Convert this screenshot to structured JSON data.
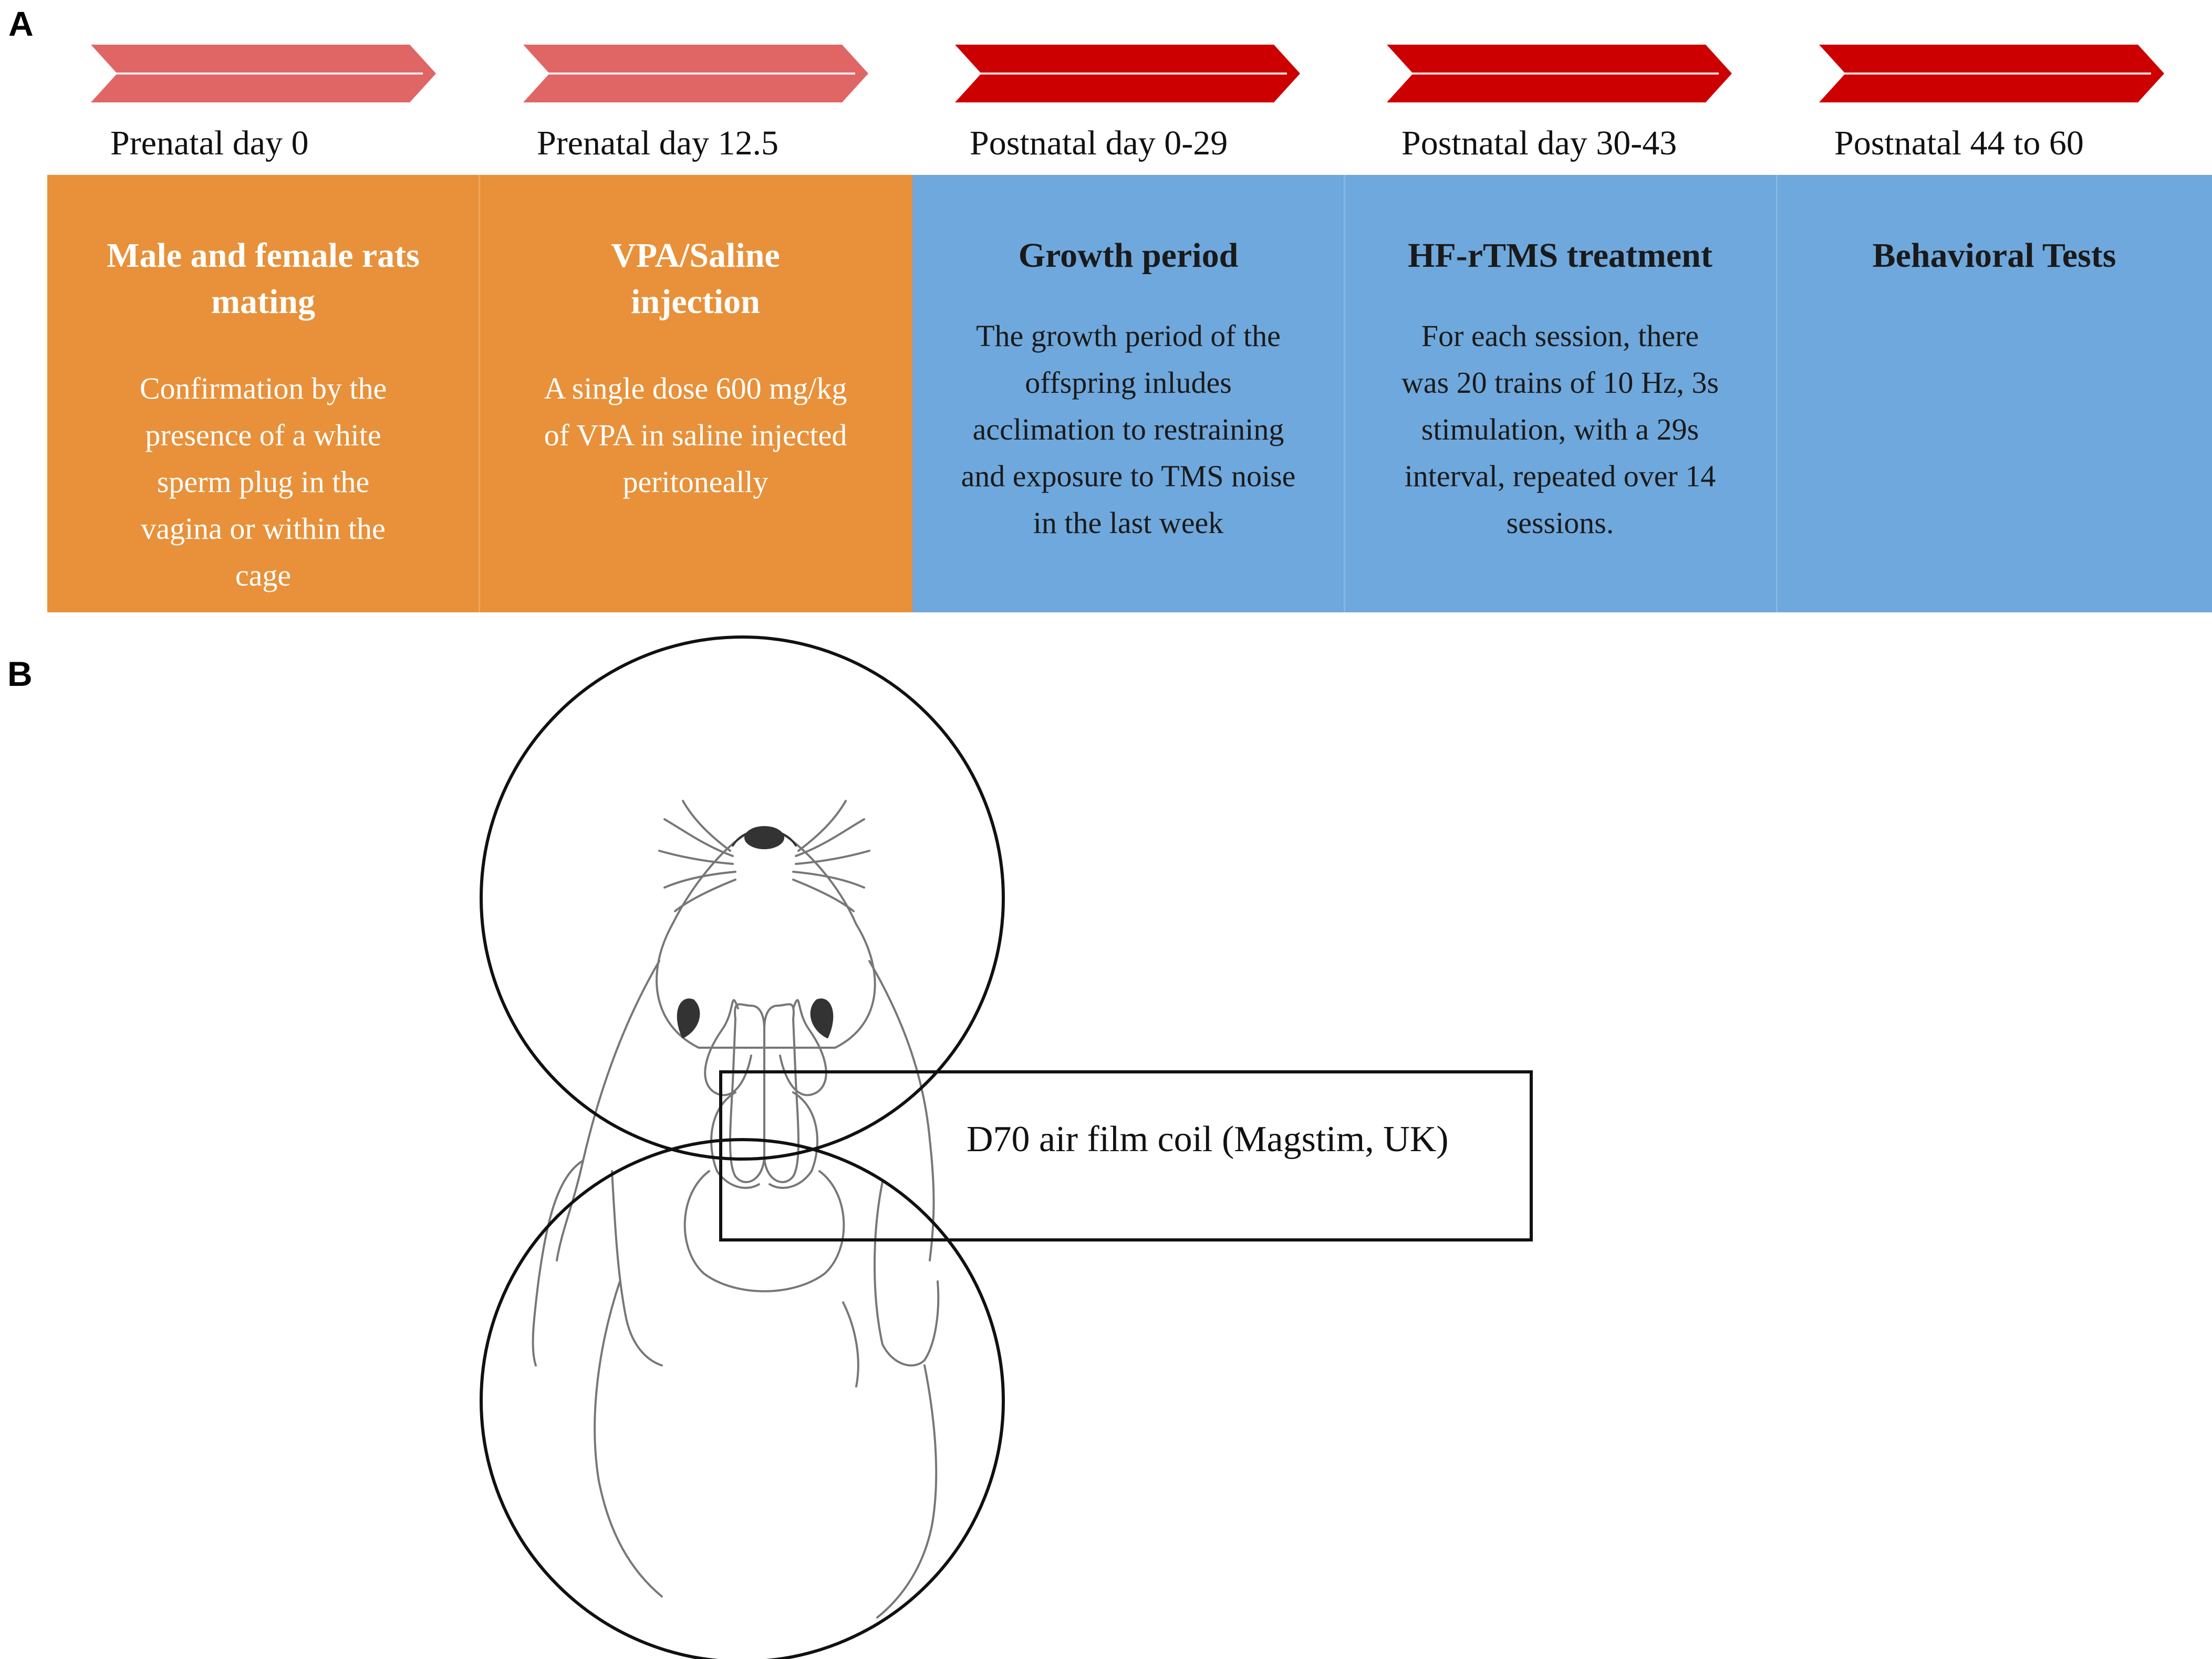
{
  "panels": {
    "a": "A",
    "b": "B"
  },
  "timeline": [
    {
      "stage": "Prenatal day 0",
      "title": "Male and female rats mating",
      "description": "Confirmation by the presence of a white sperm plug in the vagina or within the cage",
      "block_color": "#e8913a",
      "arrow_color": "#e06666"
    },
    {
      "stage": "Prenatal day 12.5",
      "title": "VPA/Saline injection",
      "description": "A single dose 600 mg/kg of VPA in saline injected peritoneally",
      "block_color": "#e8913a",
      "arrow_color": "#e06666"
    },
    {
      "stage": "Postnatal day 0-29",
      "title": "Growth period",
      "description": "The growth period of the offspring inludes acclimation to restraining and exposure to TMS noise in the last week",
      "block_color": "#6fa8dc",
      "arrow_color": "#cc0000"
    },
    {
      "stage": "Postnatal day 30-43",
      "title": "HF-rTMS treatment",
      "description": "For each session, there was 20 trains of 10 Hz, 3s stimulation, with a 29s interval, repeated over 14 sessions.",
      "block_color": "#6fa8dc",
      "arrow_color": "#cc0000"
    },
    {
      "stage": "Postnatal 44 to 60",
      "title": "Behavioral Tests",
      "description": "",
      "block_color": "#6fa8dc",
      "arrow_color": "#cc0000"
    }
  ],
  "coil": {
    "label": "D70 air film coil (Magstim, UK)"
  }
}
